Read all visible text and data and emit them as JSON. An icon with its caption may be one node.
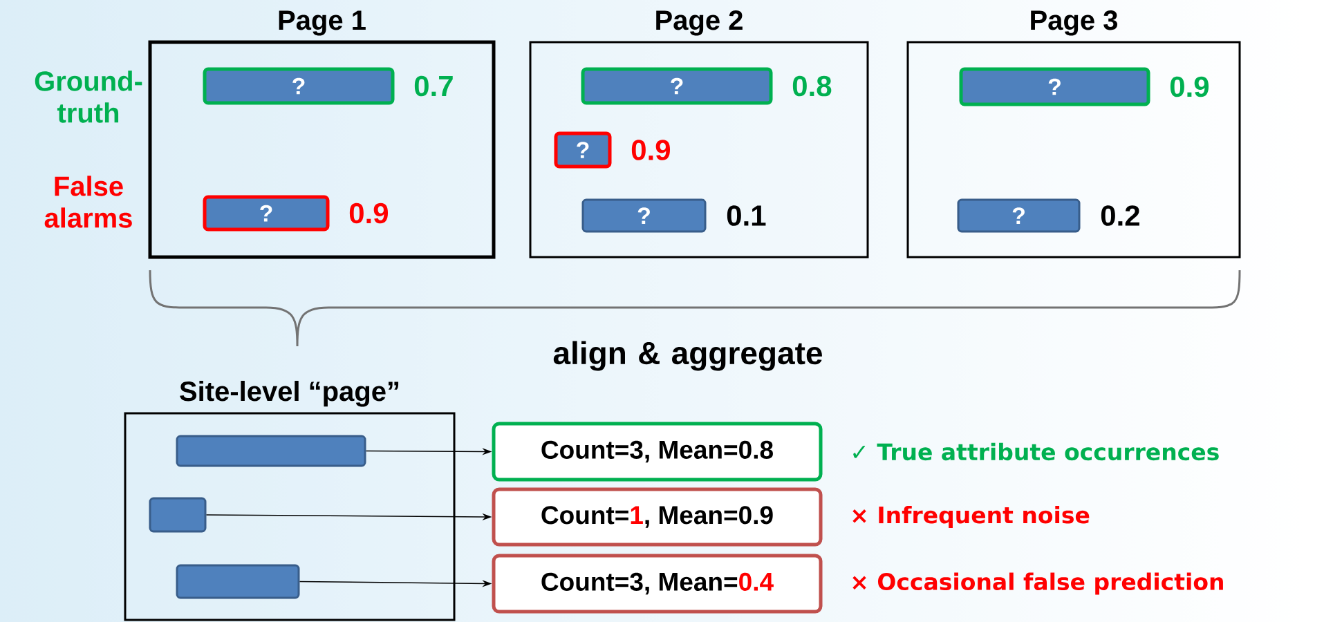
{
  "diagram": {
    "nodes": [
      {
        "text": [
          "Page 1"
        ]
      },
      {
        "text": [
          "?"
        ],
        "in": 0,
        "beside": [
          "0.7"
        ]
      },
      {
        "text": [
          "?"
        ],
        "in": 0,
        "beside": [
          "0.9"
        ]
      },
      {
        "text": [
          "Page 2"
        ]
      },
      {
        "text": [
          "?"
        ],
        "in": 3,
        "beside": [
          "0.8"
        ]
      },
      {
        "text": [
          "?"
        ],
        "in": 3,
        "beside": [
          "0.9"
        ]
      },
      {
        "text": [
          "?"
        ],
        "in": 3,
        "beside": [
          "0.1"
        ]
      },
      {
        "text": [
          "Page 3"
        ]
      },
      {
        "text": [
          "?"
        ],
        "in": 7,
        "beside": [
          "0.9"
        ]
      },
      {
        "text": [
          "?"
        ],
        "in": 7,
        "beside": [
          "0.2"
        ]
      },
      {
        "text": [
          "Site-level “page”"
        ]
      },
      {
        "text": [],
        "shape": "bar",
        "in": 10
      },
      {
        "text": [],
        "shape": "bar",
        "in": 10
      },
      {
        "text": [],
        "shape": "bar",
        "in": 10
      },
      {
        "text": [
          "Count=3, Mean=0.8"
        ],
        "beside": [
          "✓ True attribute occurrences"
        ]
      },
      {
        "text": [
          "Count=",
          "1",
          ", Mean=0.9"
        ],
        "beside": [
          "× Infrequent noise"
        ]
      },
      {
        "text": [
          "Count=3, Mean=",
          "0.4"
        ],
        "beside": [
          "× Occasional false prediction"
        ]
      }
    ],
    "edges": [
      {
        "from": 11,
        "to": 14,
        "arrow": "to"
      },
      {
        "from": 12,
        "to": 15,
        "arrow": "to"
      },
      {
        "from": 13,
        "to": 16,
        "arrow": "to"
      }
    ],
    "labels": [
      "Ground-truth",
      "False alarms",
      "align & aggregate"
    ]
  }
}
